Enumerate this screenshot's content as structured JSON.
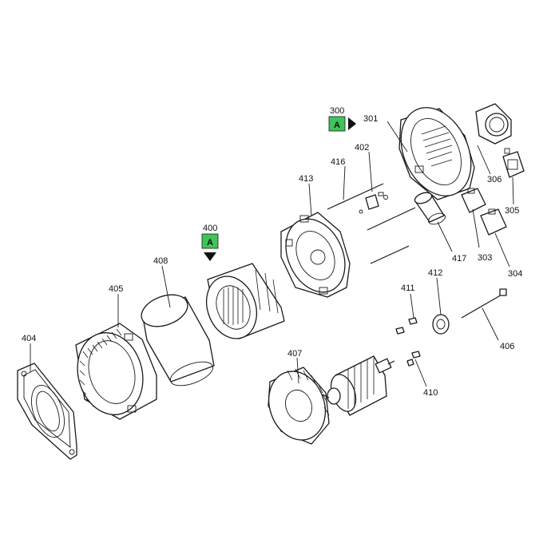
{
  "diagram": {
    "callouts": {
      "c300": "300",
      "c301": "301",
      "c303": "303",
      "c304": "304",
      "c305": "305",
      "c306": "306",
      "c400": "400",
      "c402": "402",
      "c404": "404",
      "c405": "405",
      "c406": "406",
      "c407": "407",
      "c408": "408",
      "c410": "410",
      "c411": "411",
      "c412": "412",
      "c413": "413",
      "c416": "416",
      "c417": "417"
    },
    "badges": {
      "badge_300": "A",
      "badge_400": "A"
    },
    "colors": {
      "badge_fill": "#3fc45a",
      "line": "#1a1a1a",
      "background": "#ffffff"
    }
  }
}
